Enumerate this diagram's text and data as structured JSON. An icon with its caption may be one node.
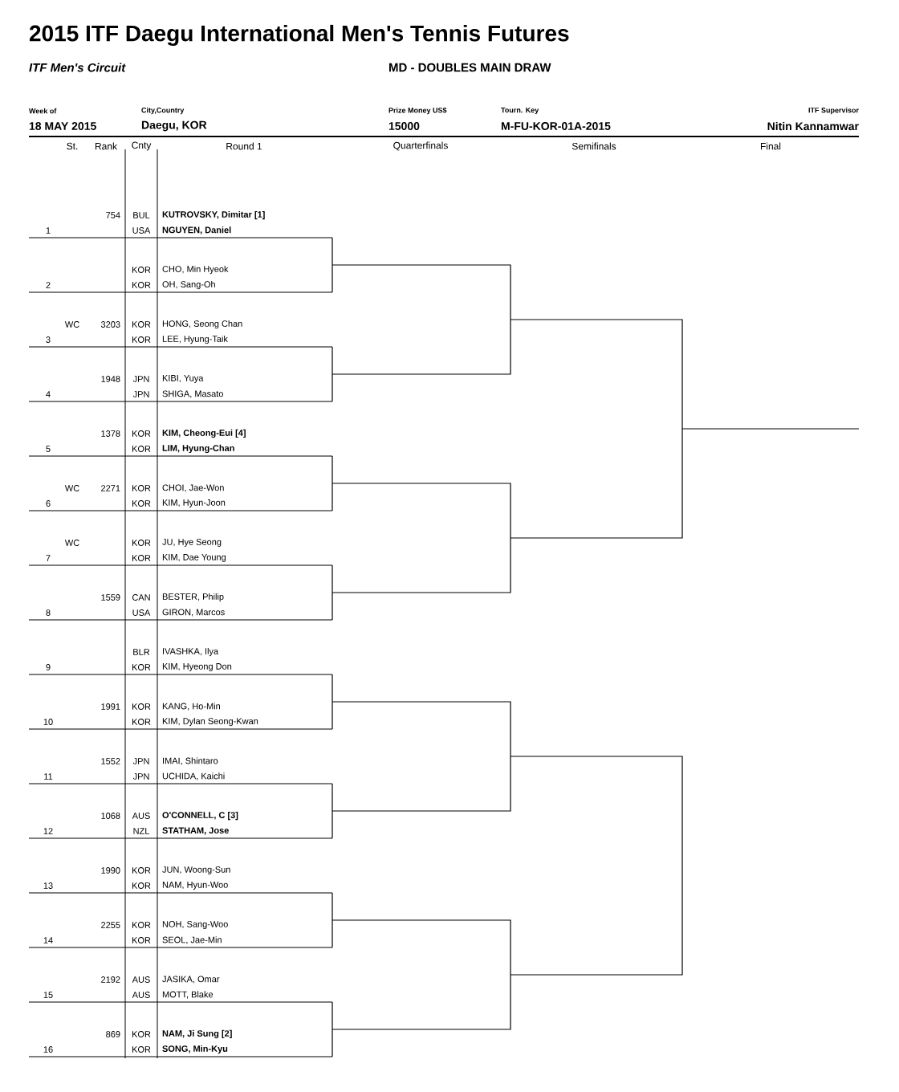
{
  "diagram": {
    "title": "2015 ITF Daegu International Men's Tennis Futures",
    "labels": [
      "ITF Men's Circuit",
      "MD - DOUBLES MAIN DRAW",
      "Week of",
      "City,Country",
      "Prize Money US$",
      "Tourn. Key",
      "ITF Supervisor",
      "18 MAY 2015",
      "Daegu, KOR",
      "15000",
      "M-FU-KOR-01A-2015",
      "Nitin Kannamwar",
      "St.",
      "Rank",
      "Cnty",
      "Round 1",
      "Quarterfinals",
      "Semifinals",
      "Final",
      "754",
      "BUL",
      "KUTROVSKY, Dimitar [1]",
      "1",
      "USA",
      "NGUYEN, Daniel",
      "KOR",
      "CHO, Min Hyeok",
      "2",
      "KOR",
      "OH, Sang-Oh",
      "WC",
      "3203",
      "KOR",
      "HONG, Seong Chan",
      "3",
      "KOR",
      "LEE, Hyung-Taik",
      "1948",
      "JPN",
      "KIBI, Yuya",
      "4",
      "JPN",
      "SHIGA, Masato",
      "1378",
      "KOR",
      "KIM, Cheong-Eui [4]",
      "5",
      "KOR",
      "LIM, Hyung-Chan",
      "WC",
      "2271",
      "KOR",
      "CHOI, Jae-Won",
      "6",
      "KOR",
      "KIM, Hyun-Joon",
      "WC",
      "KOR",
      "JU, Hye Seong",
      "7",
      "KOR",
      "KIM, Dae Young",
      "1559",
      "CAN",
      "BESTER, Philip",
      "8",
      "USA",
      "GIRON, Marcos",
      "BLR",
      "IVASHKA, Ilya",
      "9",
      "KOR",
      "KIM, Hyeong Don",
      "1991",
      "KOR",
      "KANG, Ho-Min",
      "10",
      "KOR",
      "KIM, Dylan Seong-Kwan",
      "1552",
      "JPN",
      "IMAI, Shintaro",
      "11",
      "JPN",
      "UCHIDA, Kaichi",
      "1068",
      "AUS",
      "O'CONNELL, C [3]",
      "12",
      "NZL",
      "STATHAM, Jose",
      "1990",
      "KOR",
      "JUN, Woong-Sun",
      "13",
      "KOR",
      "NAM, Hyun-Woo",
      "2255",
      "KOR",
      "NOH, Sang-Woo",
      "14",
      "KOR",
      "SEOL, Jae-Min",
      "2192",
      "AUS",
      "JASIKA, Omar",
      "15",
      "AUS",
      "MOTT, Blake",
      "869",
      "KOR",
      "NAM, Ji Sung [2]",
      "16",
      "KOR",
      "SONG, Min-Kyu"
    ]
  }
}
